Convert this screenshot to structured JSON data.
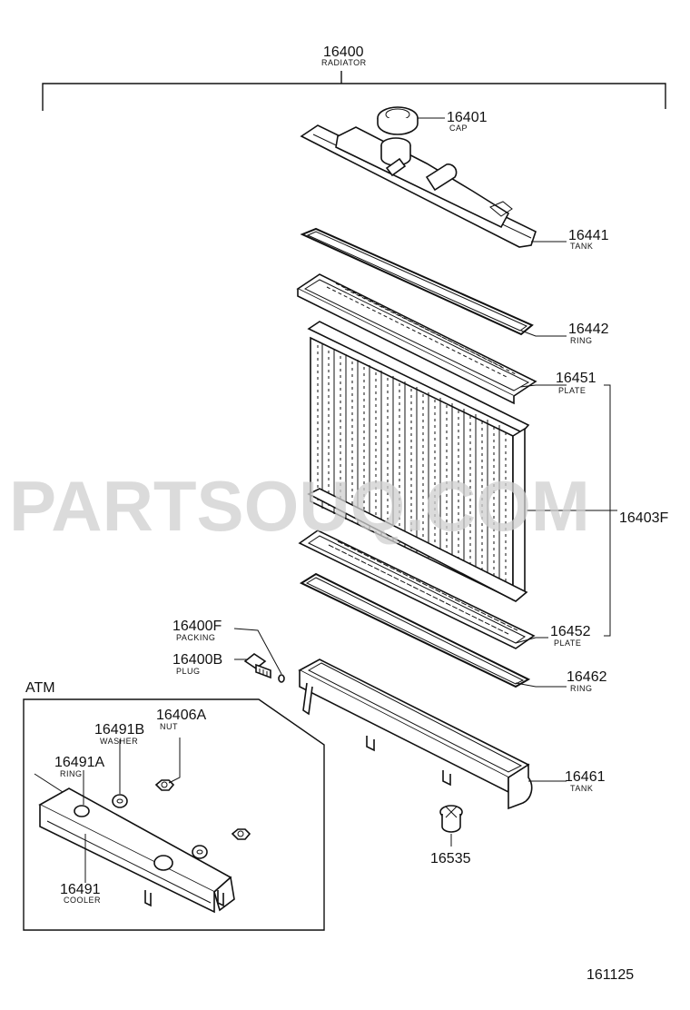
{
  "watermark": "PARTSOUQ.COM",
  "figure_number": "161125",
  "group_label": "ATM",
  "assembly": {
    "number": "16400",
    "name": "RADIATOR"
  },
  "parts": [
    {
      "id": "cap",
      "number": "16401",
      "name": "CAP"
    },
    {
      "id": "upper-tank",
      "number": "16441",
      "name": "TANK"
    },
    {
      "id": "upper-ring",
      "number": "16442",
      "name": "RING"
    },
    {
      "id": "upper-plate",
      "number": "16451",
      "name": "PLATE"
    },
    {
      "id": "core",
      "number": "16403F",
      "name": ""
    },
    {
      "id": "lower-plate",
      "number": "16452",
      "name": "PLATE"
    },
    {
      "id": "lower-ring",
      "number": "16462",
      "name": "RING"
    },
    {
      "id": "lower-tank",
      "number": "16461",
      "name": "TANK"
    },
    {
      "id": "drain-cock",
      "number": "16535",
      "name": ""
    },
    {
      "id": "packing",
      "number": "16400F",
      "name": "PACKING"
    },
    {
      "id": "plug",
      "number": "16400B",
      "name": "PLUG"
    },
    {
      "id": "nut",
      "number": "16406A",
      "name": "NUT"
    },
    {
      "id": "washer",
      "number": "16491B",
      "name": "WASHER"
    },
    {
      "id": "cooler-ring",
      "number": "16491A",
      "name": "RING"
    },
    {
      "id": "cooler",
      "number": "16491",
      "name": "COOLER"
    }
  ]
}
